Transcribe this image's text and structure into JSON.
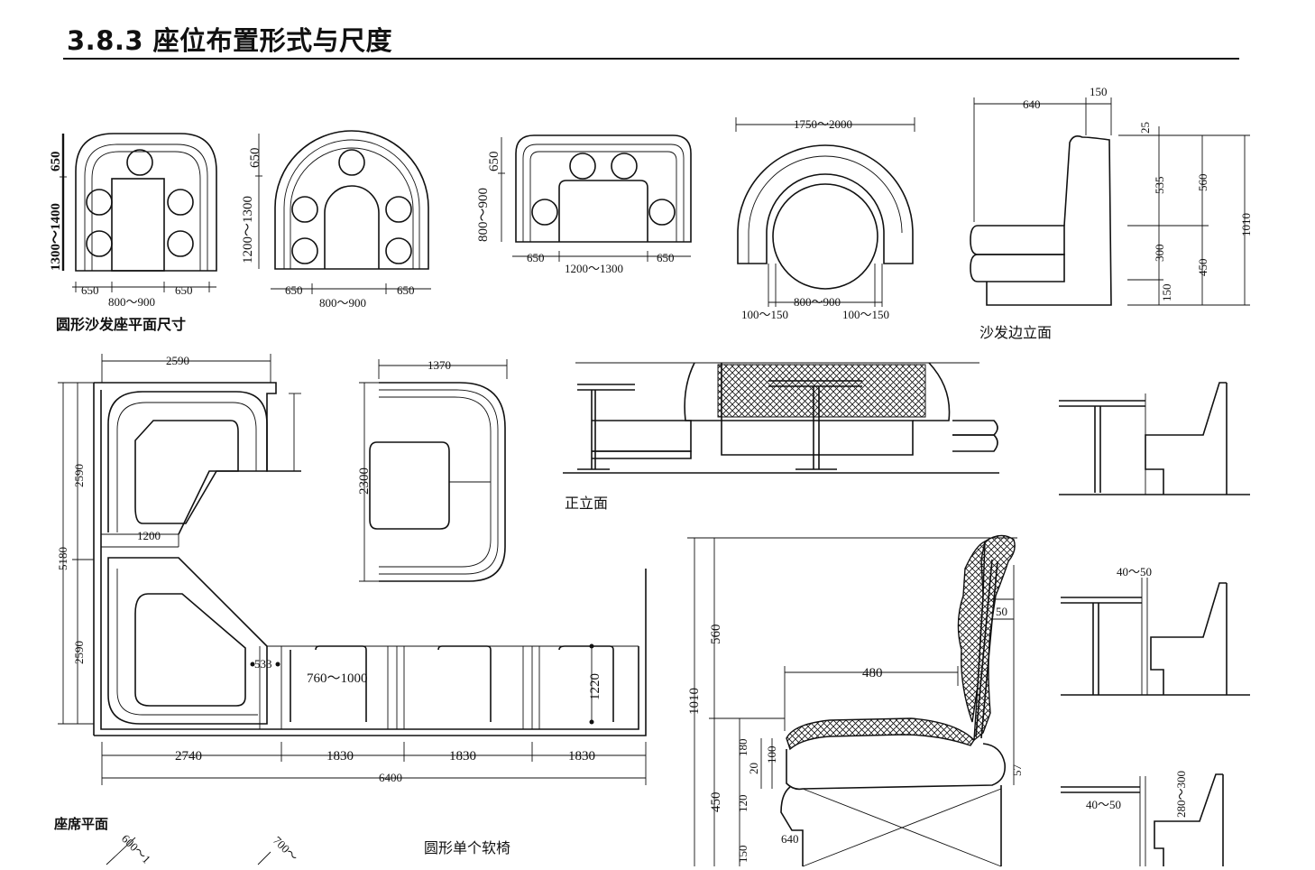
{
  "header": {
    "title": "3.8.3 座位布置形式与尺度"
  },
  "captions": {
    "round_sofa_plan": "圆形沙发座平面尺寸",
    "sofa_side_elevation": "沙发边立面",
    "front_elevation": "正立面",
    "seating_plan": "座席平面",
    "round_single_chair": "圆形单个软椅"
  },
  "dimensions": {
    "d1_h_total": "1300～1400",
    "d1_h_back": "650",
    "d1_w_left": "650",
    "d1_w_mid": "800～900",
    "d1_w_right": "650",
    "d2_h_total": "1200～1300",
    "d2_h_back": "650",
    "d2_w_left": "650",
    "d2_w_mid": "800～900",
    "d2_w_right": "650",
    "d3_h_back": "650",
    "d3_h_total": "800～900",
    "d3_w_left": "650",
    "d3_w_mid": "1200～1300",
    "d3_w_right": "650",
    "d4_w_total": "1750～2000",
    "d4_w_mid": "800～900",
    "d4_w_left": "100～150",
    "d4_w_right": "100～150",
    "side_w_depth": "640",
    "side_w_top": "150",
    "side_h_25": "25",
    "side_h_535": "535",
    "side_h_300": "300",
    "side_h_150": "150",
    "side_h_560": "560",
    "side_h_450": "450",
    "side_h_1010": "1010",
    "plan_2590_top": "2590",
    "plan_1370": "1370",
    "plan_2300": "2300",
    "plan_2590_v1": "2590",
    "plan_5180": "5180",
    "plan_2590_v2": "2590",
    "plan_1200": "1200",
    "plan_533": "533",
    "plan_760_1000": "760～1000",
    "plan_1220": "1220",
    "plan_2740": "2740",
    "plan_1830_a": "1830",
    "plan_1830_b": "1830",
    "plan_1830_c": "1830",
    "plan_6400": "6400",
    "detail_560": "560",
    "detail_1010": "1010",
    "detail_480": "480",
    "detail_50": "50",
    "detail_180": "180",
    "detail_20": "20",
    "detail_100": "100",
    "detail_57": "57",
    "detail_450": "450",
    "detail_120": "120",
    "detail_150": "150",
    "detail_640": "640",
    "r_40_50_a": "40～50",
    "r_40_50_b": "40～50",
    "r_280_300": "280～300",
    "cut_600": "600～1",
    "cut_700": "700～"
  }
}
